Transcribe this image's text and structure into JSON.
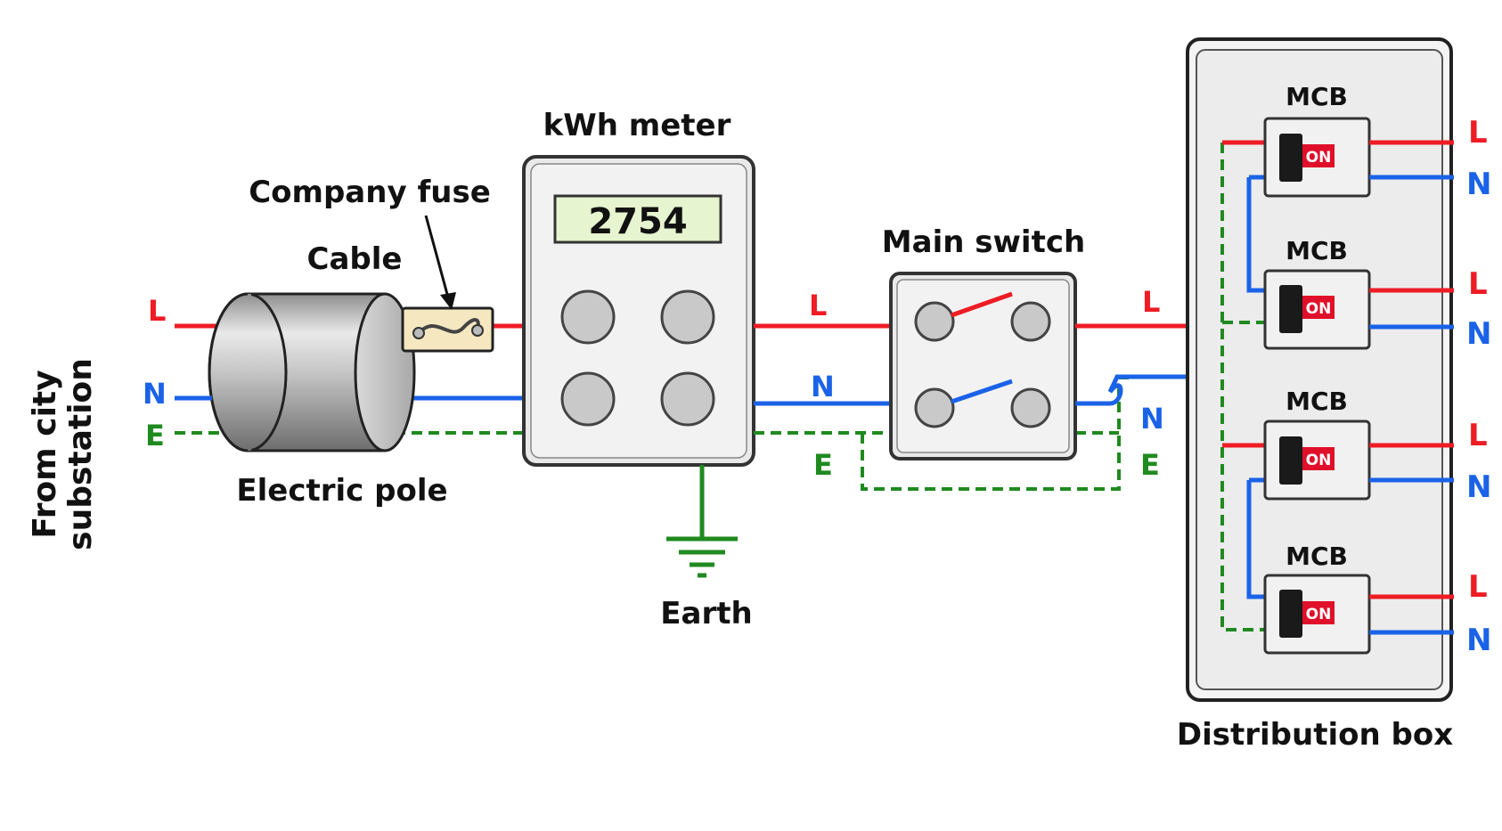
{
  "labels": {
    "source": [
      "From city",
      "substation"
    ],
    "company_fuse": "Company fuse",
    "cable": "Cable",
    "electric_pole": "Electric pole",
    "kwh_meter": "kWh meter",
    "meter_reading": "2754",
    "earth": "Earth",
    "main_switch": "Main switch",
    "distribution_box": "Distribution box",
    "mcb": "MCB",
    "mcb_state": "ON"
  },
  "wires": {
    "live": "L",
    "neutral": "N",
    "earth": "E"
  },
  "colors": {
    "live": "#ee1c24",
    "neutral": "#1a62e8",
    "earth": "#1f8a1f",
    "mcb_on_badge": "#e0102a",
    "meter_display": "#e6f4cf"
  },
  "mcb_count": 4
}
